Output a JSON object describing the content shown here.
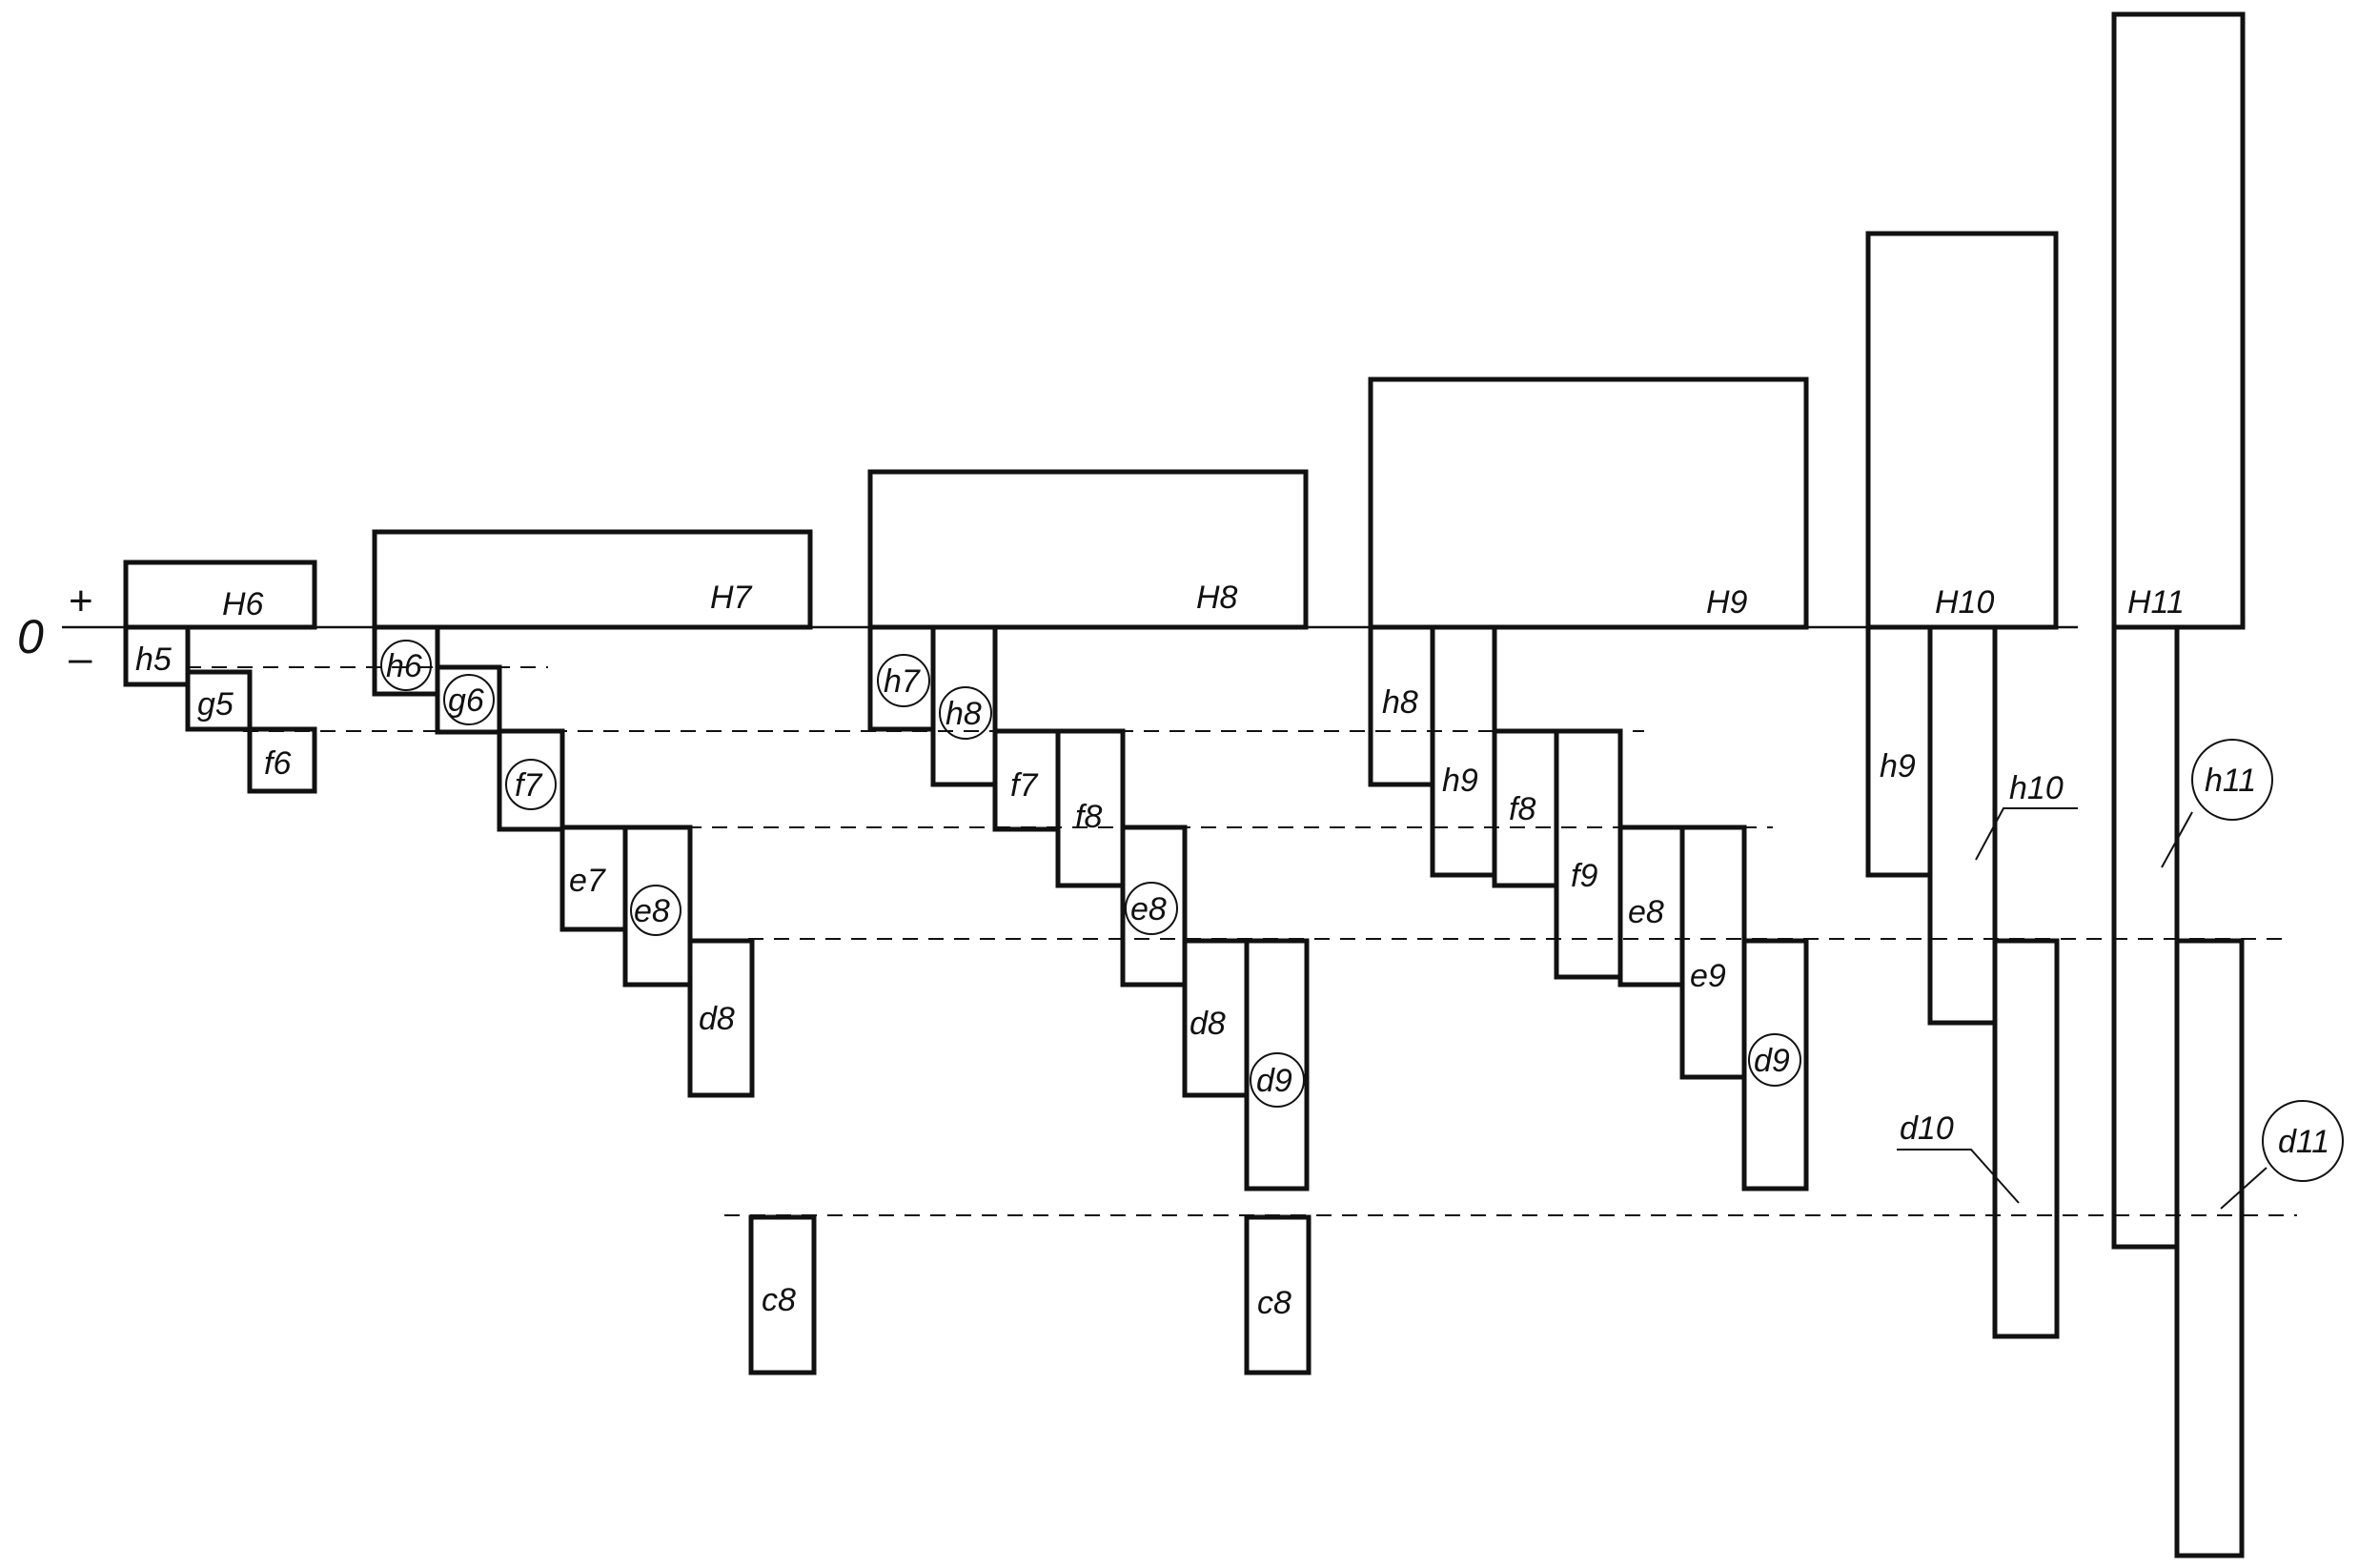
{
  "axis": {
    "zero_label": "0",
    "plus_label": "+",
    "minus_label": "–"
  },
  "groups": [
    {
      "hole": "H6",
      "shafts": [
        {
          "label": "h5",
          "preferred": false
        },
        {
          "label": "g5",
          "preferred": false
        },
        {
          "label": "f6",
          "preferred": false
        }
      ]
    },
    {
      "hole": "H7",
      "shafts": [
        {
          "label": "h6",
          "preferred": true
        },
        {
          "label": "g6",
          "preferred": true
        },
        {
          "label": "f7",
          "preferred": true
        },
        {
          "label": "e7",
          "preferred": false
        },
        {
          "label": "e8",
          "preferred": true
        },
        {
          "label": "d8",
          "preferred": false
        },
        {
          "label": "c8",
          "preferred": false
        }
      ]
    },
    {
      "hole": "H8",
      "shafts": [
        {
          "label": "h7",
          "preferred": true
        },
        {
          "label": "h8",
          "preferred": true
        },
        {
          "label": "f7",
          "preferred": false
        },
        {
          "label": "f8",
          "preferred": false
        },
        {
          "label": "e8",
          "preferred": true
        },
        {
          "label": "d8",
          "preferred": false
        },
        {
          "label": "d9",
          "preferred": true
        },
        {
          "label": "c8",
          "preferred": false
        }
      ]
    },
    {
      "hole": "H9",
      "shafts": [
        {
          "label": "h8",
          "preferred": false
        },
        {
          "label": "h9",
          "preferred": false
        },
        {
          "label": "f8",
          "preferred": false
        },
        {
          "label": "f9",
          "preferred": false
        },
        {
          "label": "e8",
          "preferred": false
        },
        {
          "label": "e9",
          "preferred": false
        },
        {
          "label": "d9",
          "preferred": true
        }
      ]
    },
    {
      "hole": "H10",
      "shafts": [
        {
          "label": "h9",
          "preferred": false
        },
        {
          "label": "h10",
          "preferred": false
        },
        {
          "label": "d10",
          "preferred": false
        }
      ]
    },
    {
      "hole": "H11",
      "shafts": [
        {
          "label": "h11",
          "preferred": true
        },
        {
          "label": "d11",
          "preferred": true
        }
      ]
    }
  ]
}
